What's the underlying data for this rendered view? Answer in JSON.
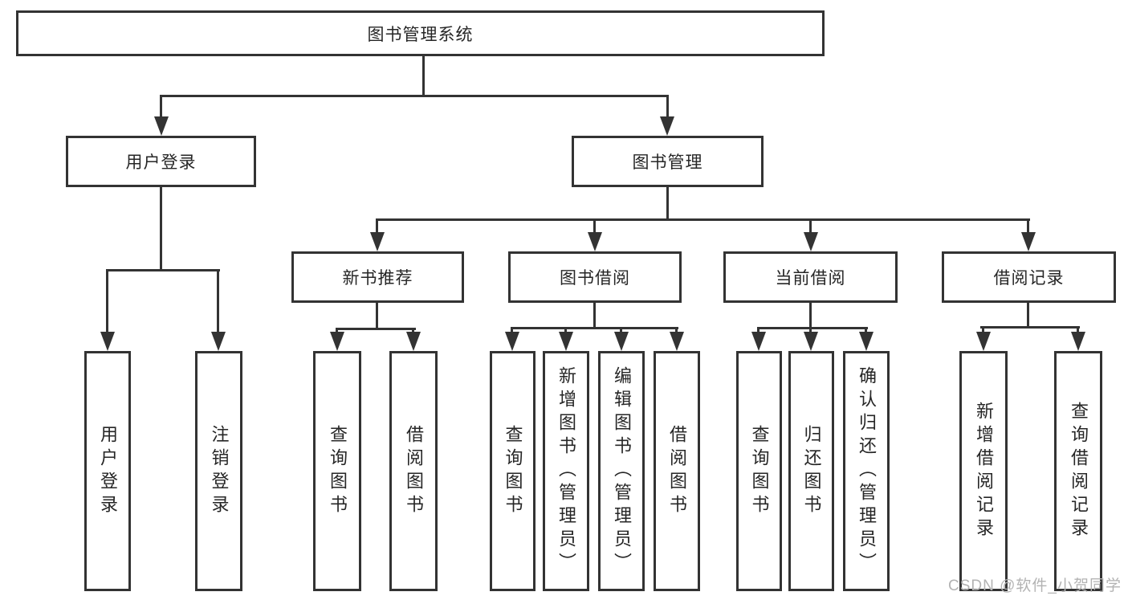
{
  "diagram": {
    "root": "图书管理系统",
    "level2": {
      "user_login": "用户登录",
      "book_management": "图书管理"
    },
    "level3": {
      "new_book_recommend": "新书推荐",
      "book_borrow": "图书借阅",
      "current_borrow": "当前借阅",
      "borrow_records": "借阅记录"
    },
    "leaves": {
      "user_login": [
        "用户登录",
        "注销登录"
      ],
      "new_book_recommend": [
        "查询图书",
        "借阅图书"
      ],
      "book_borrow": [
        "查询图书",
        "新增图书（管理员）",
        "编辑图书（管理员）",
        "借阅图书"
      ],
      "current_borrow": [
        "查询图书",
        "归还图书",
        "确认归还（管理员）"
      ],
      "borrow_records": [
        "新增借阅记录",
        "查询借阅记录"
      ]
    }
  },
  "watermark": "CSDN @软件_小贺同学",
  "colors": {
    "background": "#ffffff",
    "line": "#333333",
    "text": "#262626",
    "watermark": "#b3b3b3"
  }
}
